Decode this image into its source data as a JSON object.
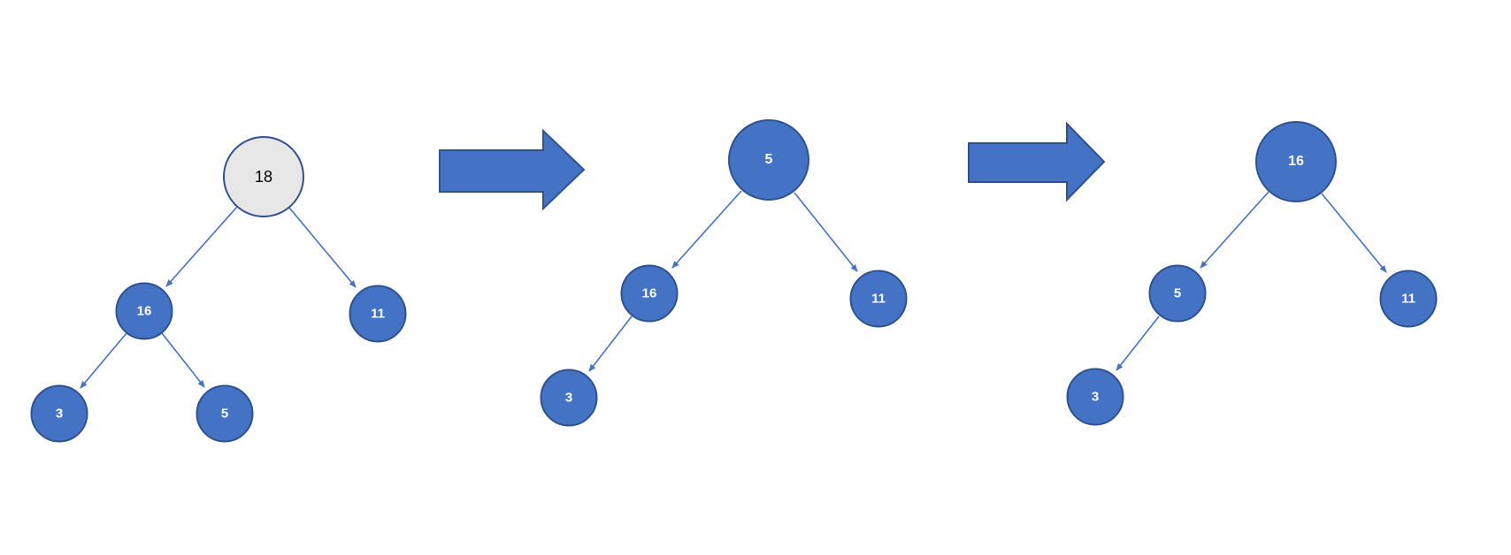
{
  "diagram": {
    "description": "three-step binary tree transformation",
    "trees": [
      {
        "step": "1",
        "nodes": [
          {
            "id": "root",
            "value": "18",
            "highlighted": true
          },
          {
            "id": "left",
            "value": "16"
          },
          {
            "id": "right",
            "value": "11"
          },
          {
            "id": "left-left",
            "value": "3"
          },
          {
            "id": "left-right",
            "value": "5"
          }
        ]
      },
      {
        "step": "2",
        "nodes": [
          {
            "id": "root",
            "value": "5"
          },
          {
            "id": "left",
            "value": "16"
          },
          {
            "id": "right",
            "value": "11"
          },
          {
            "id": "left-left",
            "value": "3"
          }
        ]
      },
      {
        "step": "3",
        "nodes": [
          {
            "id": "root",
            "value": "16"
          },
          {
            "id": "left",
            "value": "5"
          },
          {
            "id": "right",
            "value": "11"
          },
          {
            "id": "left-left",
            "value": "3"
          }
        ]
      }
    ],
    "colors": {
      "node_fill": "#4472C4",
      "node_border": "#2F528F",
      "highlight_node_fill": "#E8E7E7",
      "node_text": "#FFFFFF",
      "highlight_node_text": "#000000",
      "connector": "#4472C4",
      "step_arrow_fill": "#4472C4",
      "step_arrow_border": "#2F528F",
      "background": "#FFFFFF"
    }
  }
}
